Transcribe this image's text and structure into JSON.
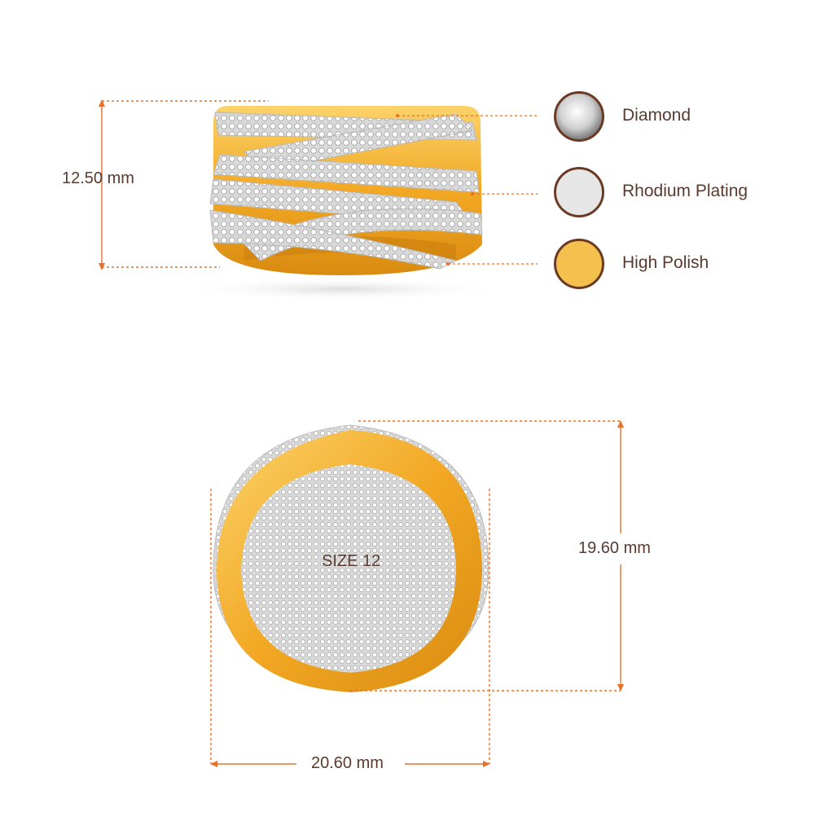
{
  "dimensions": {
    "height_label": "12.50 mm",
    "ring_height_label": "19.60 mm",
    "ring_width_label": "20.60 mm",
    "size_label": "SIZE 12"
  },
  "legend": {
    "items": [
      {
        "label": "Diamond",
        "icon": "diamond-icon",
        "color": "#e8e8e8"
      },
      {
        "label": "Rhodium Plating",
        "icon": "rhodium-swatch",
        "color": "#e6e6e6"
      },
      {
        "label": "High Polish",
        "icon": "gold-swatch",
        "color": "#f5c14e"
      }
    ],
    "border_color": "#6b3a25"
  },
  "colors": {
    "gold": "#f2a824",
    "gold_dark": "#d98b10",
    "silver": "#e4e4e4",
    "accent_line": "#e8702a",
    "text": "#5a3a2e"
  }
}
